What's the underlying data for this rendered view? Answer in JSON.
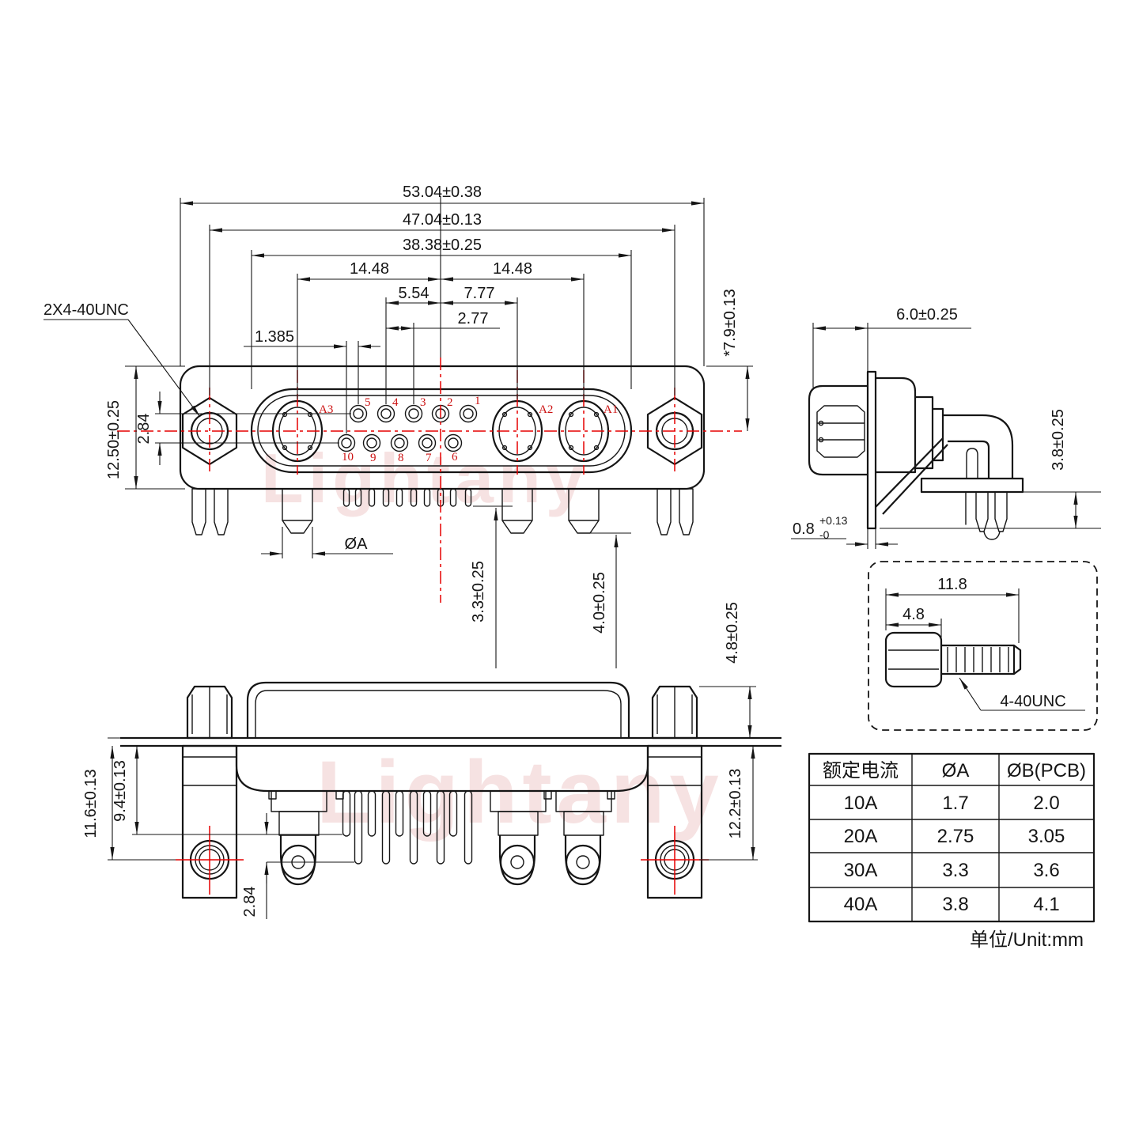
{
  "drawing": {
    "watermark": "Lightany",
    "unit_note": "单位/Unit:mm",
    "colors": {
      "line": "#151515",
      "centerline": "#e60000",
      "pin_label": "#cc1111",
      "watermark": "#eec7c7"
    }
  },
  "views": {
    "front": {
      "thread_note": "2X4-40UNC",
      "dims": {
        "overall_width": "53.04±0.38",
        "mount_span": "47.04±0.13",
        "face_width": "38.38±0.25",
        "span_left": "14.48",
        "span_right": "14.48",
        "pitch_left": "5.54",
        "pitch_right": "7.77",
        "pin_pitch": "2.77",
        "stagger": "1.385",
        "body_height": "12.50±0.25",
        "row_gap": "2.84",
        "pin_dia": "ØA",
        "pin_len": "3.3±0.25",
        "post_len": "4.0±0.25",
        "face_height": "*7.9±0.13"
      },
      "contacts": [
        "A3",
        "A2",
        "A1"
      ],
      "pins_top": [
        "5",
        "4",
        "3",
        "2",
        "1"
      ],
      "pins_bottom": [
        "10",
        "9",
        "8",
        "7",
        "6"
      ]
    },
    "side": {
      "dims": {
        "depth": "6.0±0.25",
        "standoff": "3.8±0.25",
        "flange_thick": "0.8",
        "flange_tol_plus": "+0.13",
        "flange_tol_minus": "-0"
      }
    },
    "bottom": {
      "dims": {
        "pin_row_far": "11.6±0.13",
        "pin_row_near": "9.4±0.13",
        "row_gap": "2.84",
        "bracket_hole": "12.2±0.13",
        "nut_height": "4.8±0.25"
      }
    },
    "screw": {
      "dims": {
        "total_len": "11.8",
        "head_len": "4.8"
      },
      "thread": "4-40UNC"
    }
  },
  "table": {
    "headers": [
      "额定电流",
      "ØA",
      "ØB(PCB)"
    ],
    "rows": [
      [
        "10A",
        "1.7",
        "2.0"
      ],
      [
        "20A",
        "2.75",
        "3.05"
      ],
      [
        "30A",
        "3.3",
        "3.6"
      ],
      [
        "40A",
        "3.8",
        "4.1"
      ]
    ]
  }
}
